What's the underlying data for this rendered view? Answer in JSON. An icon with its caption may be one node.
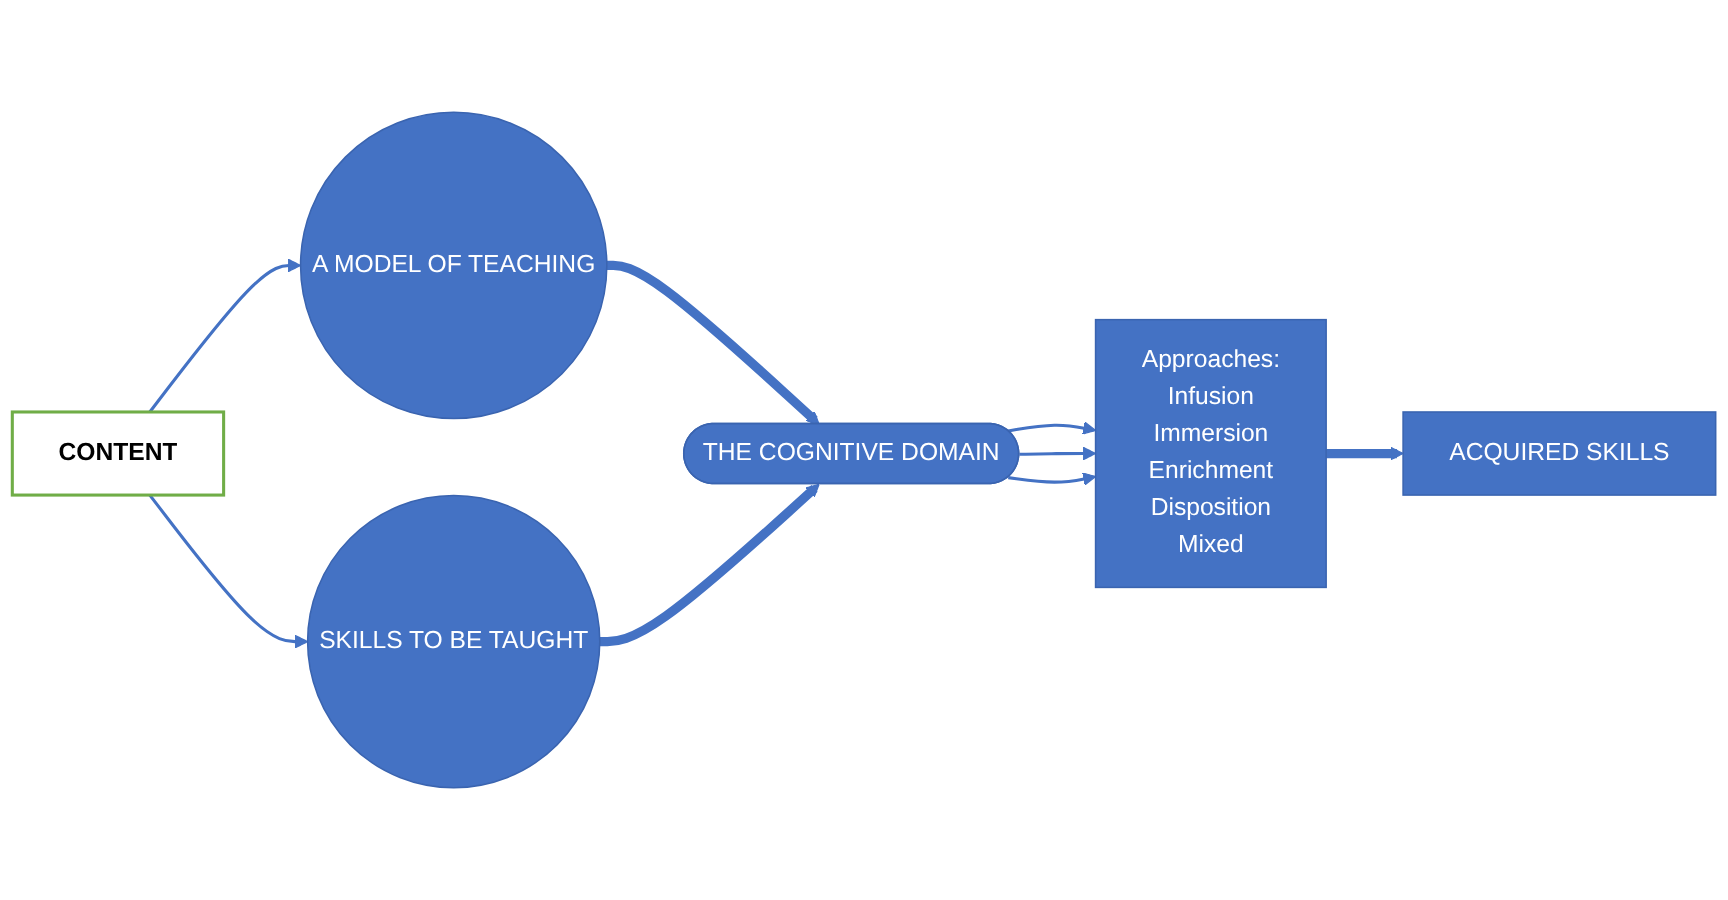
{
  "diagram": {
    "nodes": [
      {
        "text": [
          "A MODEL OF TEACHING"
        ]
      },
      {
        "text": [
          "CONTENT"
        ]
      },
      {
        "text": [
          "SKILLS TO BE TAUGHT"
        ]
      },
      {
        "text": [
          "THE COGNITIVE DOMAIN"
        ]
      },
      {
        "text": [
          "Approaches:",
          "Infusion",
          "Immersion",
          "Enrichment",
          "Disposition",
          "Mixed"
        ]
      },
      {
        "text": [
          "ACQUIRED SKILLS"
        ]
      }
    ],
    "edges": [
      {
        "from": 1,
        "to": 0,
        "arrow": "to"
      },
      {
        "from": 1,
        "to": 2,
        "arrow": "to"
      },
      {
        "from": 0,
        "to": 3,
        "arrow": "to",
        "style": "thick"
      },
      {
        "from": 2,
        "to": 3,
        "arrow": "to",
        "style": "thick"
      },
      {
        "from": 3,
        "to": 4,
        "arrow": "to"
      },
      {
        "from": 3,
        "to": 4,
        "arrow": "to"
      },
      {
        "from": 3,
        "to": 4,
        "arrow": "to"
      },
      {
        "from": 4,
        "to": 5,
        "arrow": "to",
        "style": "thick"
      }
    ]
  }
}
